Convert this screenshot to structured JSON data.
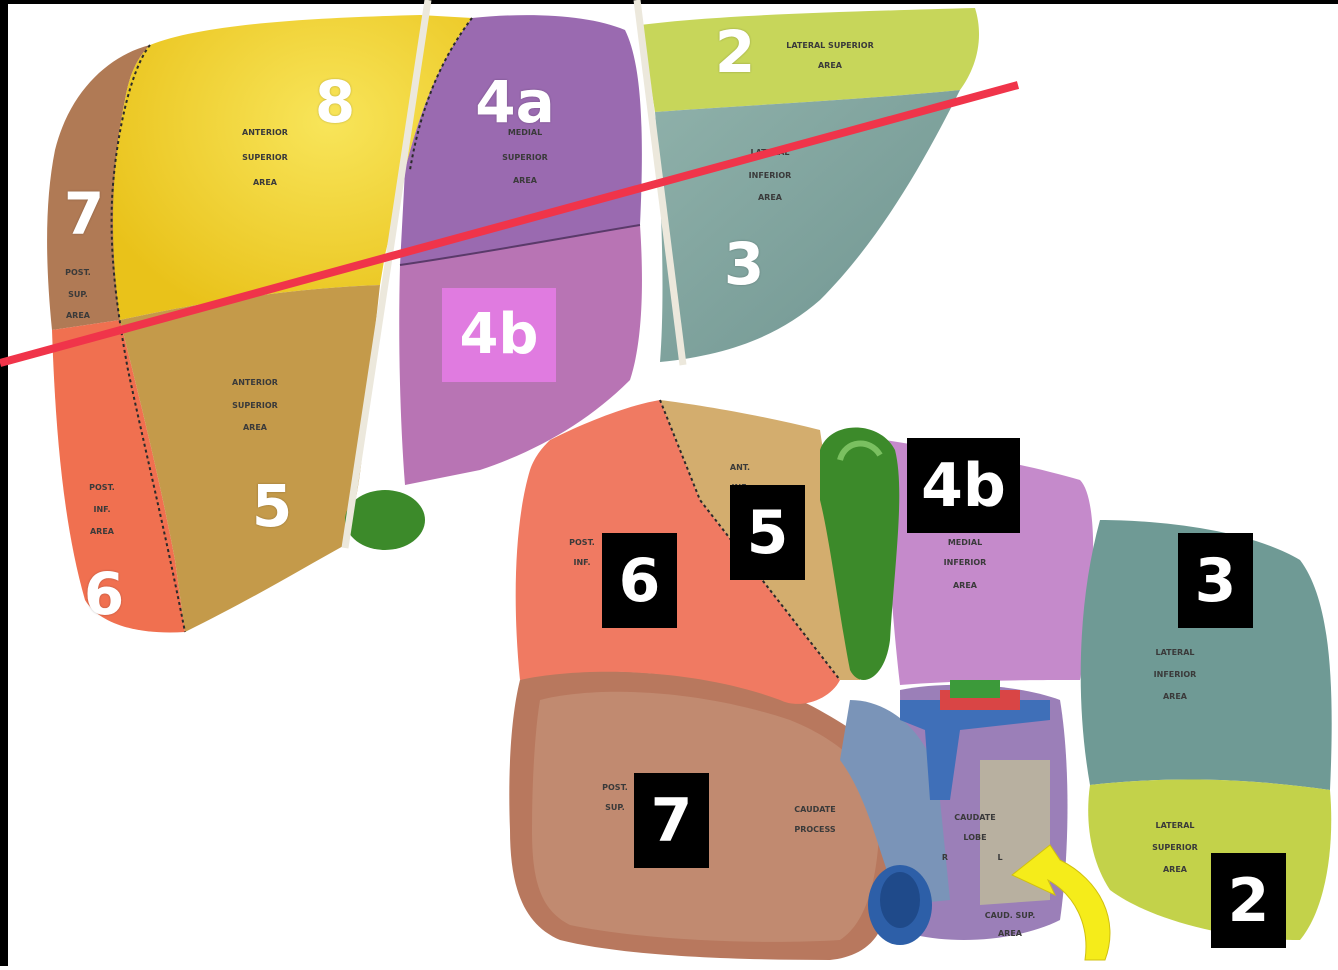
{
  "anterior_view": {
    "segment_labels": {
      "seg8": "8",
      "seg7": "7",
      "seg6": "6",
      "seg5": "5",
      "seg4a": "4a",
      "seg4b": "4b",
      "seg2": "2",
      "seg3": "3"
    },
    "area_texts": {
      "anterior_superior_top": "ANTERIOR SUPERIOR AREA",
      "anterior_superior_lower": "ANTERIOR SUPERIOR AREA",
      "medial_superior": "MEDIAL SUPERIOR AREA",
      "lateral_superior": "LATERAL SUPERIOR AREA",
      "lateral_inferior": "LATERAL INFERIOR AREA",
      "post_sup": "POST. SUP. AREA",
      "post_inf": "POST. INF. AREA"
    }
  },
  "visceral_view": {
    "segment_labels": {
      "seg6": "6",
      "seg5": "5",
      "seg4b": "4b",
      "seg3": "3",
      "seg7": "7",
      "seg2": "2"
    },
    "area_texts": {
      "medial_inferior": "MEDIAL INFERIOR AREA",
      "lateral_inferior": "LATERAL INFERIOR AREA",
      "lateral_superior": "LATERAL SUPERIOR AREA",
      "caudate_process": "CAUDATE PROCESS",
      "caudate_lobe": "CAUDATE LOBE",
      "ant_inf": "ANT. INF.",
      "post_inf": "POST. INF.",
      "post_sup": "POST. SUP.",
      "lobe_r": "R",
      "lobe_l": "L",
      "caudate_area": "CAUD. SUP. AREA"
    }
  },
  "colors": {
    "yellow_seg8": "#f2cf1e",
    "brown_seg7": "#b07a55",
    "orange_seg6": "#f07050",
    "tan_seg5": "#c49a4a",
    "purple_seg4a": "#9a6ab0",
    "mauve_seg4b": "#b874b4",
    "lime_seg2": "#c7d65a",
    "teal_seg3": "#7fa3a0",
    "gallbladder": "#3c8a2a",
    "red_line": "#f0344a",
    "white_line": "#ece8dc",
    "yellow_arrow": "#f5ec1a",
    "pink_label_bg": "#e07be0",
    "vein_blue": "#3f6fb8"
  }
}
